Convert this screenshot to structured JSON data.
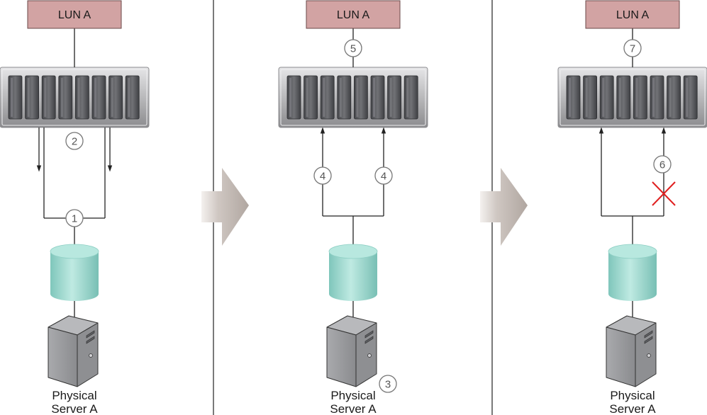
{
  "panels": [
    {
      "lun_label": "LUN A",
      "lun_link_number": "",
      "server_label_line1": "Physical",
      "server_label_line2": "Server A",
      "server_number": "",
      "path_direction": "down",
      "junction_number": "1",
      "array_number": "2",
      "path_numbers": [],
      "failed_path_number": "",
      "path_failed": false
    },
    {
      "lun_label": "LUN A",
      "lun_link_number": "5",
      "server_label_line1": "Physical",
      "server_label_line2": "Server A",
      "server_number": "3",
      "path_direction": "up",
      "junction_number": "",
      "array_number": "",
      "path_numbers": [
        "4",
        "4"
      ],
      "failed_path_number": "",
      "path_failed": false
    },
    {
      "lun_label": "LUN A",
      "lun_link_number": "7",
      "server_label_line1": "Physical",
      "server_label_line2": "Server A",
      "server_number": "",
      "path_direction": "up",
      "junction_number": "",
      "array_number": "",
      "path_numbers": [],
      "failed_path_number": "6",
      "path_failed": true
    }
  ],
  "colors": {
    "lun_fill": "#d2a3a3",
    "lun_border": "#6b4a4a",
    "array_body": "#b9b9bb",
    "array_slot": "#5d5e62",
    "cylinder": "#a3dcd2",
    "server": "#8e8f92",
    "failure_x": "#e02020",
    "transition_arrow": "#bfb7b2"
  }
}
